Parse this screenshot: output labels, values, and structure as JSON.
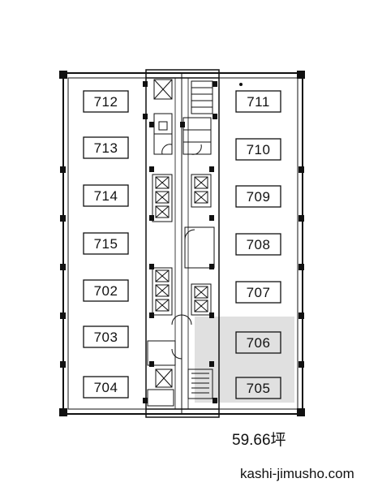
{
  "floor_plan": {
    "units_left": [
      "712",
      "713",
      "714",
      "715",
      "702",
      "703",
      "704"
    ],
    "units_right": [
      "711",
      "710",
      "709",
      "708",
      "707",
      "706",
      "705"
    ],
    "highlighted_units": [
      "706",
      "705"
    ],
    "highlight_color": "#e0e0e0",
    "area": "59.66坪",
    "site": "kashi-jimusho.com"
  }
}
